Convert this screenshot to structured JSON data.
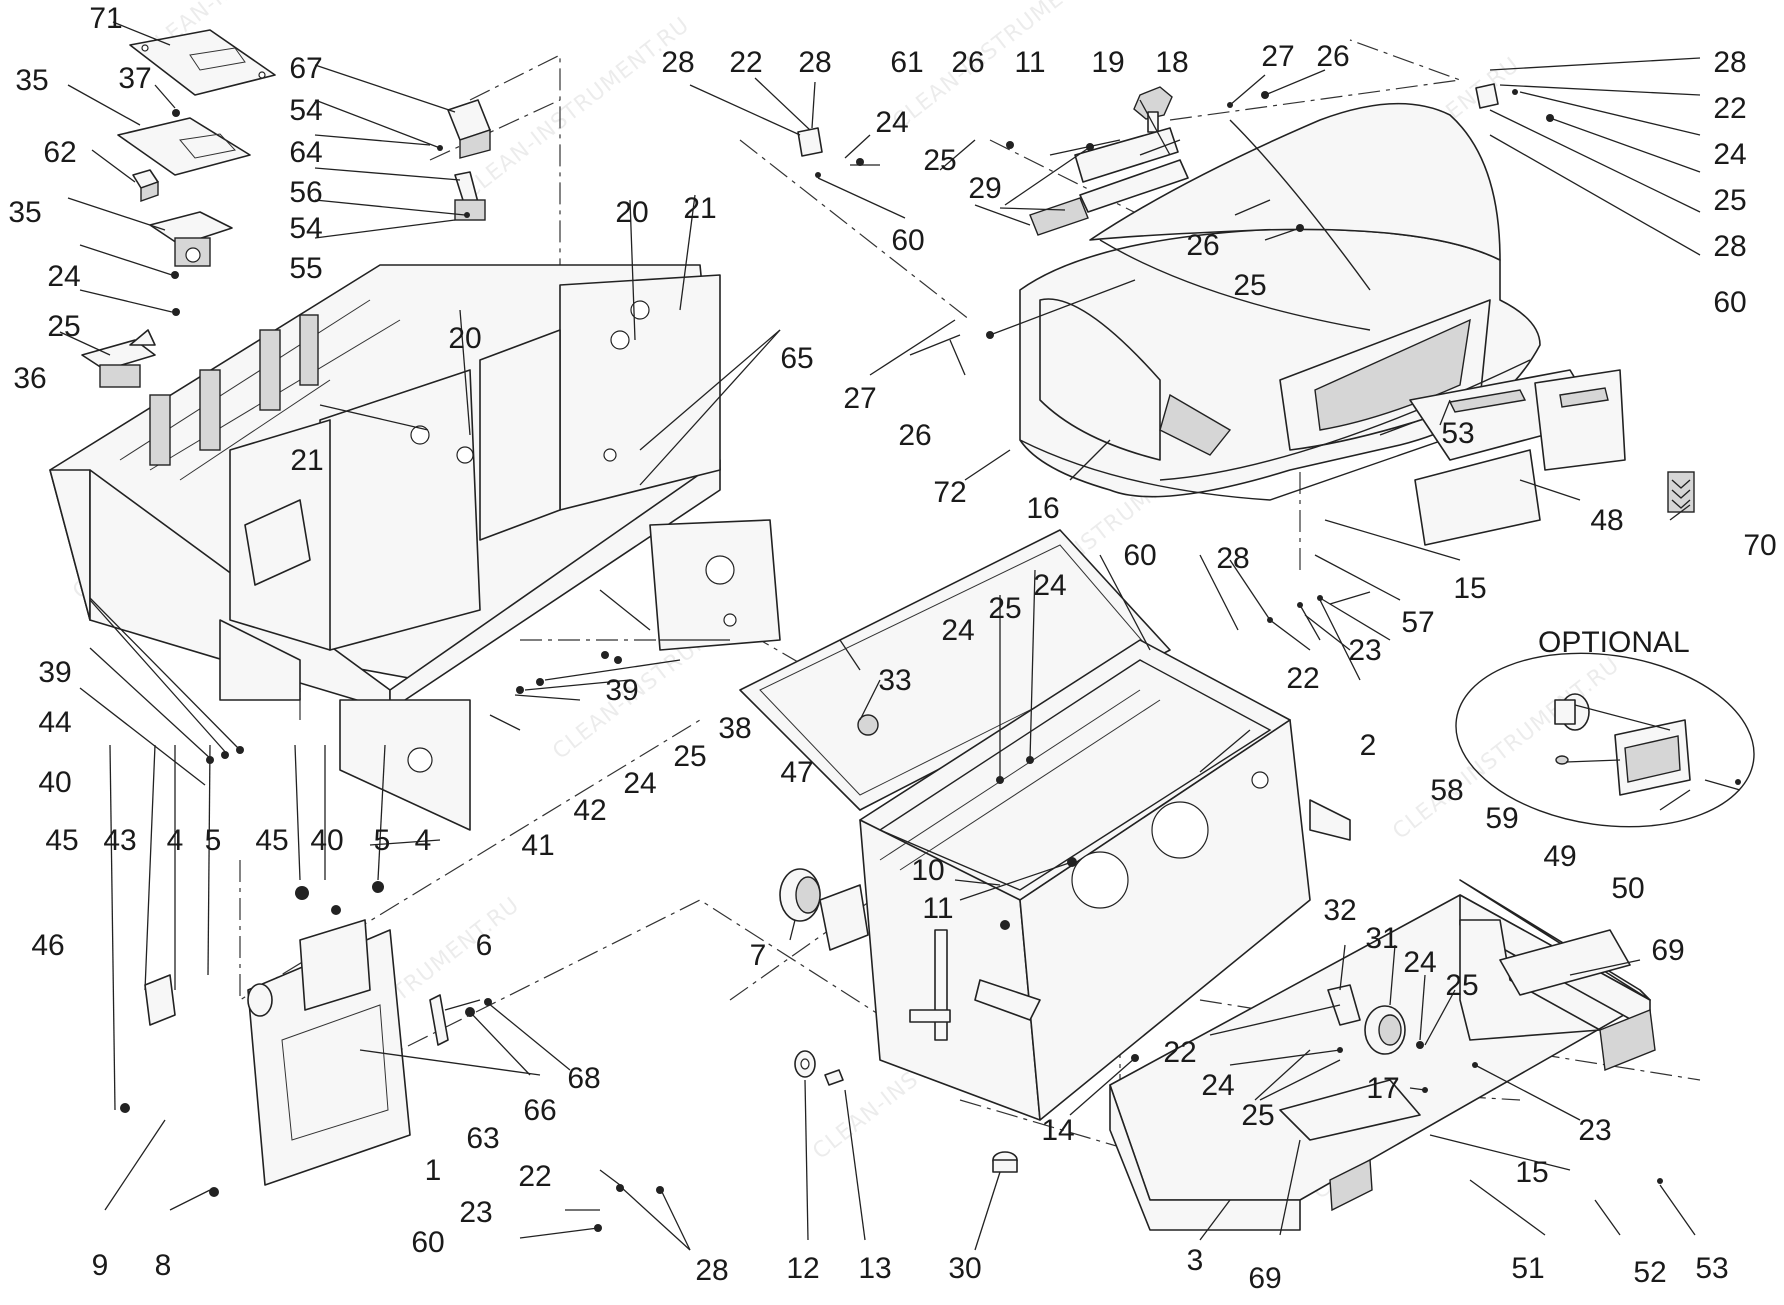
{
  "diagram": {
    "optional_label": "OPTIONAL",
    "watermark_text": "CLEAN-INSTRUMENT.RU",
    "callouts": [
      "71",
      "35",
      "37",
      "62",
      "35",
      "24",
      "25",
      "36",
      "67",
      "54",
      "64",
      "56",
      "54",
      "55",
      "20",
      "21",
      "20",
      "21",
      "65",
      "39",
      "44",
      "40",
      "39",
      "38",
      "25",
      "24",
      "42",
      "41",
      "45",
      "43",
      "4",
      "5",
      "45",
      "40",
      "5",
      "4",
      "46",
      "6",
      "7",
      "1",
      "63",
      "66",
      "68",
      "9",
      "8",
      "22",
      "23",
      "60",
      "28",
      "28",
      "22",
      "28",
      "61",
      "26",
      "11",
      "19",
      "18",
      "24",
      "25",
      "60",
      "29",
      "27",
      "26",
      "28",
      "22",
      "24",
      "25",
      "28",
      "60",
      "26",
      "25",
      "27",
      "26",
      "72",
      "16",
      "53",
      "48",
      "70",
      "15",
      "57",
      "60",
      "28",
      "22",
      "23",
      "24",
      "25",
      "24",
      "33",
      "47",
      "2",
      "10",
      "11",
      "12",
      "13",
      "30",
      "14",
      "3",
      "69",
      "69",
      "32",
      "31",
      "24",
      "25",
      "22",
      "24",
      "25",
      "17",
      "23",
      "15",
      "51",
      "52",
      "53",
      "58",
      "59",
      "49",
      "50"
    ]
  }
}
